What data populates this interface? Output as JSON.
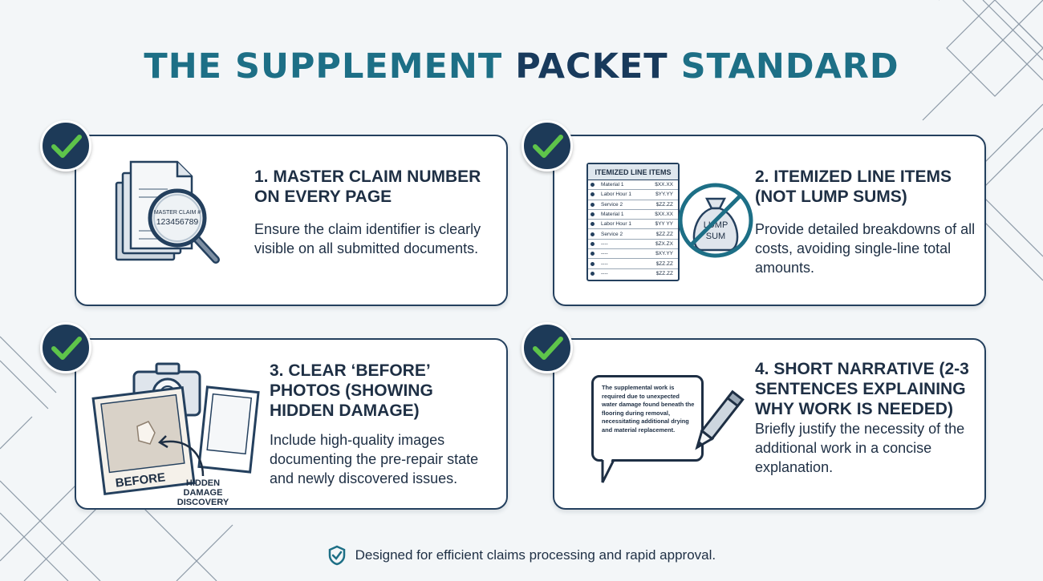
{
  "title": {
    "part1": "THE SUPPLEMENT",
    "part2": "PACKET",
    "part3": "STANDARD"
  },
  "cards": [
    {
      "title": "1. MASTER CLAIM NUMBER ON EVERY PAGE",
      "body": "Ensure the claim identifier is clearly visible on all submitted documents.",
      "illustration": {
        "label": "MASTER CLAIM #",
        "number": "123456789",
        "icons": [
          "document-stack-icon",
          "magnifier-icon"
        ]
      }
    },
    {
      "title": "2. ITEMIZED LINE ITEMS (NOT LUMP SUMS)",
      "body": "Provide detailed breakdowns of all costs, avoiding single-line total amounts.",
      "illustration": {
        "table_title": "ITEMIZED LINE ITEMS",
        "rows": [
          [
            "Material 1",
            "$XX.XX"
          ],
          [
            "Labor Hour 1",
            "$YY.YY"
          ],
          [
            "Service 2",
            "$ZZ.ZZ"
          ],
          [
            "Material 1",
            "$XX.XX"
          ],
          [
            "Labor Hour 1",
            "$YY YY"
          ],
          [
            "Service 2",
            "$ZZ.ZZ"
          ],
          [
            "----",
            "$ZX.ZX"
          ],
          [
            "----",
            "$XY.YY"
          ],
          [
            "----",
            "$ZZ.ZZ"
          ],
          [
            "----",
            "$ZZ.ZZ"
          ]
        ],
        "lump_label_1": "LUMP",
        "lump_label_2": "SUM"
      }
    },
    {
      "title": "3. CLEAR ‘BEFORE’ PHOTOS (SHOWING HIDDEN DAMAGE)",
      "body": "Include high-quality images documenting the pre-repair state and newly discovered issues.",
      "illustration": {
        "photo_label": "BEFORE",
        "note_1": "HIDDEN",
        "note_2": "DAMAGE",
        "note_3": "DISCOVERY"
      }
    },
    {
      "title": "4. SHORT NARRATIVE (2-3 SENTENCES EXPLAINING WHY WORK IS NEEDED)",
      "body": "Briefly justify the necessity of the additional work in a concise explanation.",
      "illustration": {
        "narrative": "The supplemental work is required due to unexpected water damage found beneath the flooring during removal, necessitating additional drying and material replacement."
      }
    }
  ],
  "footer": {
    "text": "Designed for efficient claims processing and rapid approval."
  },
  "colors": {
    "navy": "#183a5c",
    "teal": "#1d6f86",
    "check_green": "#5ec44a",
    "card_border": "#24405e"
  }
}
